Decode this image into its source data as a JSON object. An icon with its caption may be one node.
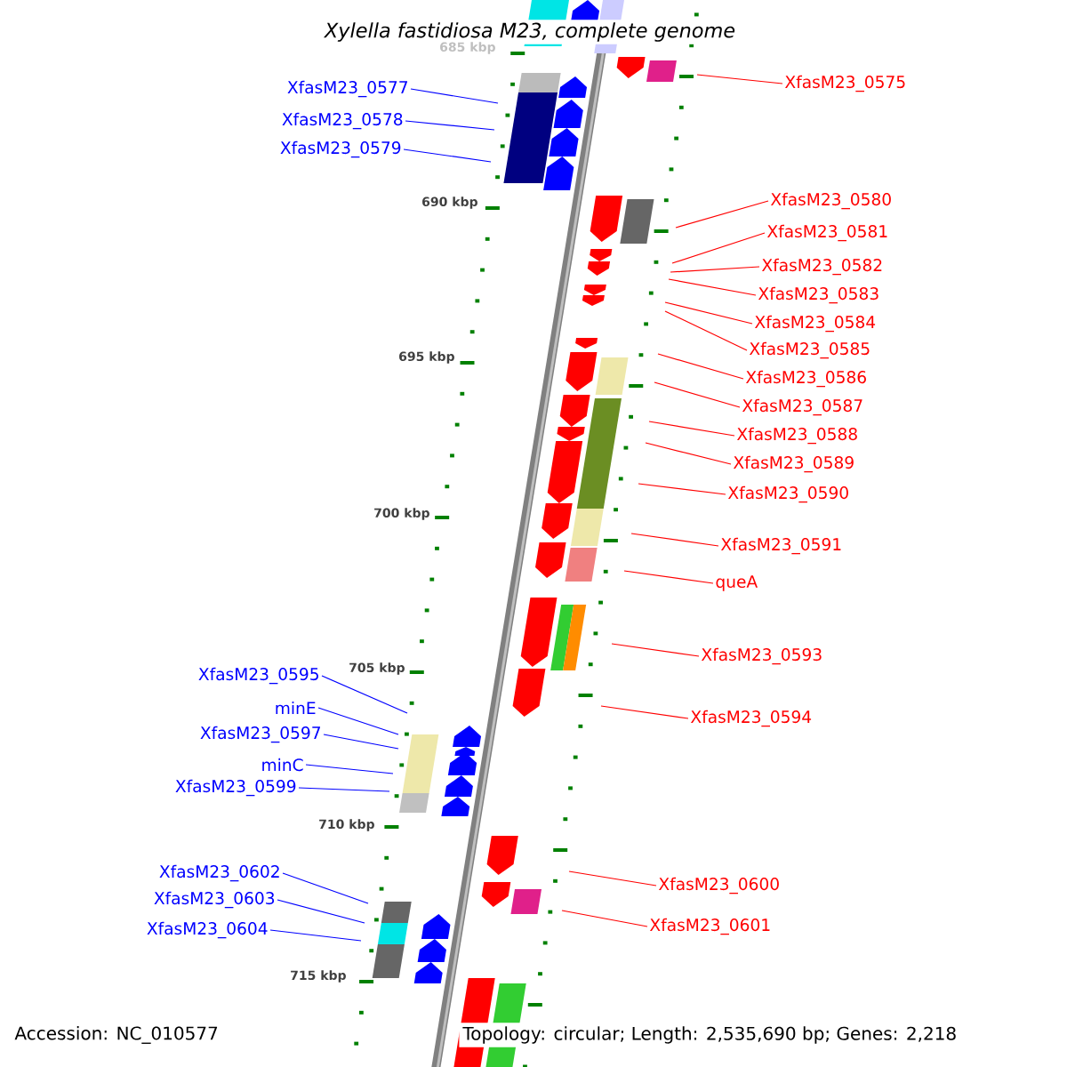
{
  "diagram": {
    "title": "Xylella fastidiosa M23, complete genome",
    "nodes": [
      {
        "text": [
          "XfasM23_0575"
        ]
      },
      {
        "text": [
          "XfasM23_0577"
        ]
      },
      {
        "text": [
          "XfasM23_0578"
        ]
      },
      {
        "text": [
          "XfasM23_0579"
        ]
      },
      {
        "text": [
          "XfasM23_0580"
        ]
      },
      {
        "text": [
          "XfasM23_0581"
        ]
      },
      {
        "text": [
          "XfasM23_0582"
        ]
      },
      {
        "text": [
          "XfasM23_0583"
        ]
      },
      {
        "text": [
          "XfasM23_0584"
        ]
      },
      {
        "text": [
          "XfasM23_0585"
        ]
      },
      {
        "text": [
          "XfasM23_0586"
        ]
      },
      {
        "text": [
          "XfasM23_0587"
        ]
      },
      {
        "text": [
          "XfasM23_0588"
        ]
      },
      {
        "text": [
          "XfasM23_0589"
        ]
      },
      {
        "text": [
          "XfasM23_0590"
        ]
      },
      {
        "text": [
          "XfasM23_0591"
        ]
      },
      {
        "text": [
          "queA"
        ]
      },
      {
        "text": [
          "XfasM23_0593"
        ]
      },
      {
        "text": [
          "XfasM23_0595"
        ]
      },
      {
        "text": [
          "minE"
        ]
      },
      {
        "text": [
          "XfasM23_0594"
        ]
      },
      {
        "text": [
          "XfasM23_0597"
        ]
      },
      {
        "text": [
          "minC"
        ]
      },
      {
        "text": [
          "XfasM23_0599"
        ]
      },
      {
        "text": [
          "XfasM23_0602"
        ]
      },
      {
        "text": [
          "XfasM23_0600"
        ]
      },
      {
        "text": [
          "XfasM23_0603"
        ]
      },
      {
        "text": [
          "XfasM23_0601"
        ]
      },
      {
        "text": [
          "XfasM23_0604"
        ]
      }
    ],
    "edges": [
      {
        "from": 0,
        "to": null,
        "arrow": "none"
      },
      {
        "from": 1,
        "to": null,
        "arrow": "none",
        "color": "#0000ff"
      },
      {
        "from": 2,
        "to": null,
        "arrow": "none",
        "color": "#0000ff"
      },
      {
        "from": 3,
        "to": null,
        "arrow": "none",
        "color": "#0000ff"
      },
      {
        "from": 4,
        "to": null,
        "arrow": "none"
      },
      {
        "from": 5,
        "to": null,
        "arrow": "none"
      },
      {
        "from": 6,
        "to": null,
        "arrow": "none"
      },
      {
        "from": 7,
        "to": null,
        "arrow": "none"
      },
      {
        "from": 8,
        "to": null,
        "arrow": "none"
      },
      {
        "from": 9,
        "to": null,
        "arrow": "none"
      },
      {
        "from": 10,
        "to": null,
        "arrow": "none"
      },
      {
        "from": 11,
        "to": null,
        "arrow": "none"
      },
      {
        "from": 12,
        "to": null,
        "arrow": "none"
      },
      {
        "from": 13,
        "to": null,
        "arrow": "none"
      },
      {
        "from": 14,
        "to": null,
        "arrow": "none"
      },
      {
        "from": 15,
        "to": null,
        "arrow": "none"
      },
      {
        "from": 16,
        "to": null,
        "arrow": "none"
      },
      {
        "from": 17,
        "to": null,
        "arrow": "none"
      },
      {
        "from": 18,
        "to": null,
        "arrow": "none",
        "color": "#0000ff"
      },
      {
        "from": 19,
        "to": null,
        "arrow": "none",
        "color": "#0000ff"
      },
      {
        "from": 20,
        "to": null,
        "arrow": "none"
      },
      {
        "from": 21,
        "to": null,
        "arrow": "none",
        "color": "#0000ff"
      },
      {
        "from": 22,
        "to": null,
        "arrow": "none",
        "color": "#0000ff"
      },
      {
        "from": 23,
        "to": null,
        "arrow": "none",
        "color": "#0000ff"
      },
      {
        "from": 24,
        "to": null,
        "arrow": "none",
        "color": "#0000ff"
      },
      {
        "from": 25,
        "to": null,
        "arrow": "none"
      },
      {
        "from": 26,
        "to": null,
        "arrow": "none",
        "color": "#0000ff"
      },
      {
        "from": 27,
        "to": null,
        "arrow": "none"
      },
      {
        "from": 28,
        "to": null,
        "arrow": "none",
        "color": "#0000ff"
      }
    ],
    "labels": [
      "685 kbp",
      "690 kbp",
      "695 kbp",
      "700 kbp",
      "705 kbp",
      "710 kbp",
      "715 kbp",
      "Accession: NC_010577",
      "Topology: circular; Length: 2,535,690 bp; Genes: 2,218"
    ]
  }
}
